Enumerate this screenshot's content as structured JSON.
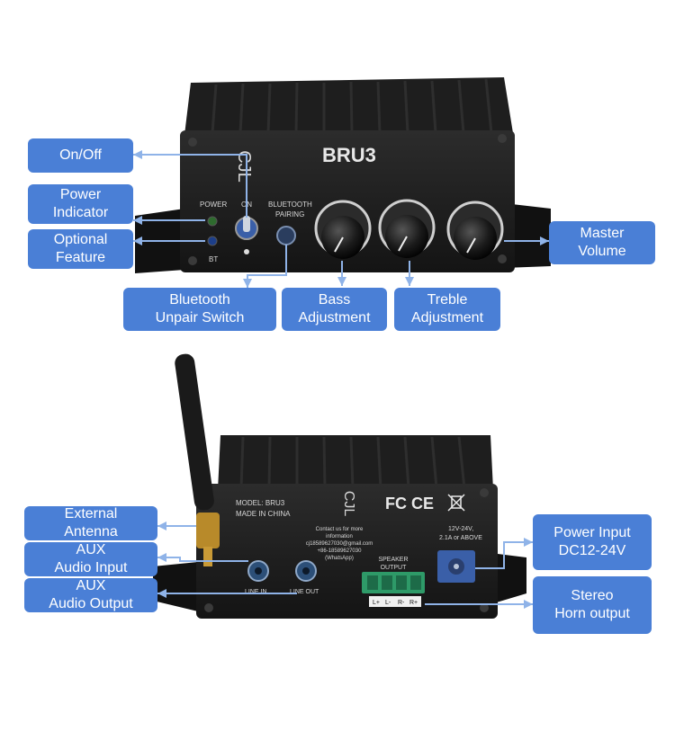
{
  "front": {
    "model": "BRU3",
    "logo_letters": "CJL",
    "power_label": "POWER",
    "on_label": "ON",
    "bt_label": "BT",
    "pairing_label_1": "BLUETOOTH",
    "pairing_label_2": "PAIRING"
  },
  "back": {
    "model_line": "MODEL: BRU3",
    "made_in_line": "MADE IN CHINA",
    "contact_lines": [
      "Contact us for more",
      "information",
      "cj18589627030@gmail.com",
      "+86-18589627030",
      "(WhatsApp)"
    ],
    "cert_marks": "FC CE",
    "speaker_title_1": "SPEAKER",
    "speaker_title_2": "OUTPUT",
    "terminals": [
      "L+",
      "L-",
      "R-",
      "R+"
    ],
    "line_in": "LINE IN",
    "line_out": "LINE OUT",
    "power_spec_1": "12V-24V,",
    "power_spec_2": "2.1A or ABOVE"
  },
  "callouts": {
    "on_off": "On/Off",
    "power_indicator": "Power\nIndicator",
    "optional_feature": "Optional\nFeature",
    "bluetooth_unpair": "Bluetooth\nUnpair Switch",
    "bass": "Bass\nAdjustment",
    "treble": "Treble\nAdjustment",
    "master_volume": "Master\nVolume",
    "external_antenna": "External\nAntenna",
    "aux_input": "AUX\nAudio Input",
    "aux_output": "AUX\nAudio Output",
    "power_input": "Power Input\nDC12-24V",
    "stereo_horn": "Stereo\nHorn output"
  },
  "colors": {
    "callout_bg": "#4a7fd6",
    "leader_line": "#8fb3e8",
    "body": "#1c1c1c"
  }
}
